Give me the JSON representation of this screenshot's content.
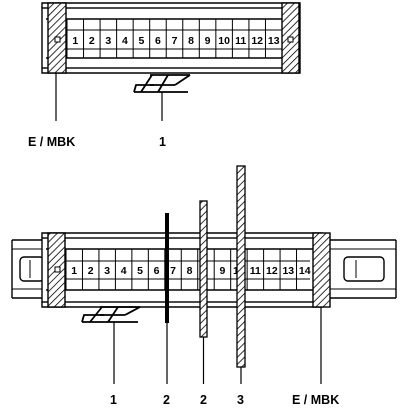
{
  "top_assembly": {
    "terminals": [
      "1",
      "2",
      "3",
      "4",
      "5",
      "6",
      "7",
      "8",
      "9",
      "10",
      "11",
      "12",
      "13"
    ],
    "callouts": {
      "end_bracket": "E / MBK",
      "marker_1": "1"
    }
  },
  "bottom_assembly": {
    "terminals": [
      "1",
      "2",
      "3",
      "4",
      "5",
      "6",
      "7",
      "8",
      "",
      "9",
      "10",
      "11",
      "12",
      "13",
      "14"
    ],
    "callouts": {
      "marker_1": "1",
      "plate_2a": "2",
      "plate_2b": "2",
      "plate_3": "3",
      "end_bracket": "E / MBK"
    }
  }
}
